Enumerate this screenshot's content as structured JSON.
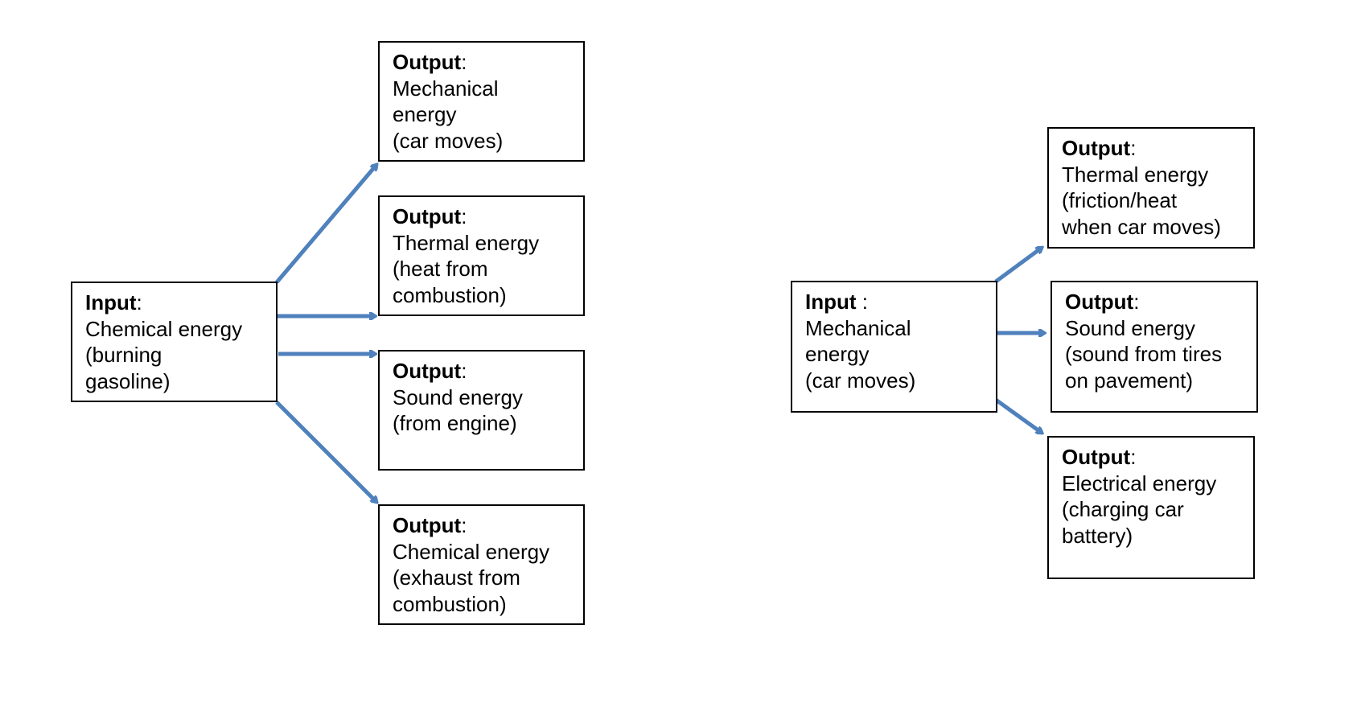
{
  "colors": {
    "arrow": "#4f81bd",
    "box_border": "#000000"
  },
  "diagram_left": {
    "input": {
      "label": "Input",
      "suffix": ":",
      "lines": [
        "Chemical energy",
        "(burning",
        "gasoline)"
      ]
    },
    "outputs": [
      {
        "label": "Output",
        "suffix": ":",
        "lines": [
          "Mechanical",
          "energy",
          "(car moves)"
        ]
      },
      {
        "label": "Output",
        "suffix": ":",
        "lines": [
          "Thermal energy",
          "(heat from",
          "combustion)"
        ]
      },
      {
        "label": "Output",
        "suffix": ":",
        "lines": [
          "Sound energy",
          "(from engine)"
        ]
      },
      {
        "label": "Output",
        "suffix": ":",
        "lines": [
          "Chemical energy",
          "(exhaust from",
          "combustion)"
        ]
      }
    ]
  },
  "diagram_right": {
    "input": {
      "label": "Input",
      "suffix": " :",
      "lines": [
        "Mechanical",
        "energy",
        "(car moves)"
      ]
    },
    "outputs": [
      {
        "label": "Output",
        "suffix": ":",
        "lines": [
          "Thermal energy",
          "(friction/heat",
          "when car moves)"
        ]
      },
      {
        "label": "Output",
        "suffix": ":",
        "lines": [
          "Sound energy",
          "(sound from tires",
          "on pavement)"
        ]
      },
      {
        "label": "Output",
        "suffix": ":",
        "lines": [
          "Electrical energy",
          "(charging car",
          "battery)"
        ]
      }
    ]
  }
}
